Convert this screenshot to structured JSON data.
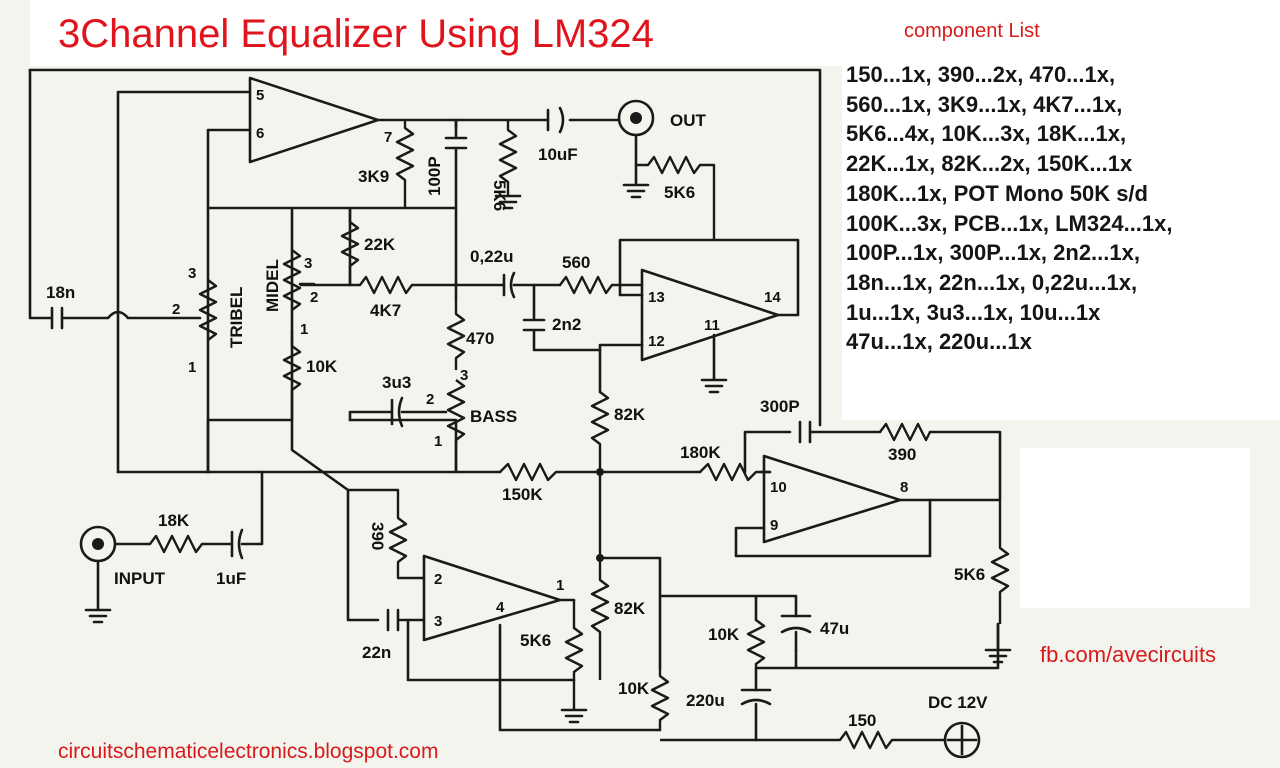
{
  "title": "3Channel Equalizer Using LM324",
  "component_list": {
    "heading": "component List",
    "lines": [
      "150...1x, 390...2x, 470...1x,",
      "560...1x, 3K9...1x, 4K7...1x,",
      "5K6...4x, 10K...3x, 18K...1x,",
      "22K...1x, 82K...2x, 150K...1x",
      "180K...1x, POT Mono 50K s/d",
      "100K...3x, PCB...1x, LM324...1x,",
      "100P...1x, 300P...1x, 2n2...1x,",
      "18n...1x, 22n...1x, 0,22u...1x,",
      "1u...1x, 3u3...1x, 10u...1x",
      "47u...1x, 220u...1x"
    ]
  },
  "footer": {
    "facebook": "fb.com/avecircuits",
    "blog": "circuitschematicelectronics.blogspot.com"
  },
  "schematic": {
    "labels": {
      "out": "OUT",
      "input": "INPUT",
      "dc": "DC 12V",
      "tribel": "TRIBEL",
      "midel": "MIDEL",
      "bass": "BASS"
    },
    "components": {
      "r_3k9": "3K9",
      "c_100p": "100P",
      "r_5k6_out": "5K6",
      "c_10uf": "10uF",
      "r_5k6_fb": "5K6",
      "r_22k": "22K",
      "r_4k7": "4K7",
      "c_0_22u": "0,22u",
      "r_560": "560",
      "c_2n2": "2n2",
      "r_470": "470",
      "r_10k_mid": "10K",
      "c_3u3": "3u3",
      "c_18n": "18n",
      "r_82k_top": "82K",
      "r_180k": "180K",
      "c_300p": "300P",
      "r_390_top": "390",
      "r_150k": "150K",
      "r_18k": "18K",
      "c_1uf": "1uF",
      "r_390_left": "390",
      "c_22n": "22n",
      "r_5k6_buf": "5K6",
      "r_82k_bot": "82K",
      "r_10k_b1": "10K",
      "c_47u": "47u",
      "r_5k6_right": "5K6",
      "r_10k_b2": "10K",
      "c_220u": "220u",
      "r_150": "150"
    },
    "pins": {
      "u1_in_a": "5",
      "u1_in_b": "6",
      "u1_out": "7",
      "u2_in_a": "13",
      "u2_in_b": "12",
      "u2_out": "14",
      "u2_gnd": "11",
      "u3_in_a": "10",
      "u3_in_b": "9",
      "u3_out": "8",
      "u4_in_a": "2",
      "u4_in_b": "3",
      "u4_out": "1",
      "u4_vcc": "4",
      "tribel_3": "3",
      "tribel_2": "2",
      "tribel_1": "1",
      "midel_3": "3",
      "midel_2": "2",
      "midel_1": "1",
      "bass_3": "3",
      "bass_2": "2",
      "bass_1": "1"
    }
  }
}
